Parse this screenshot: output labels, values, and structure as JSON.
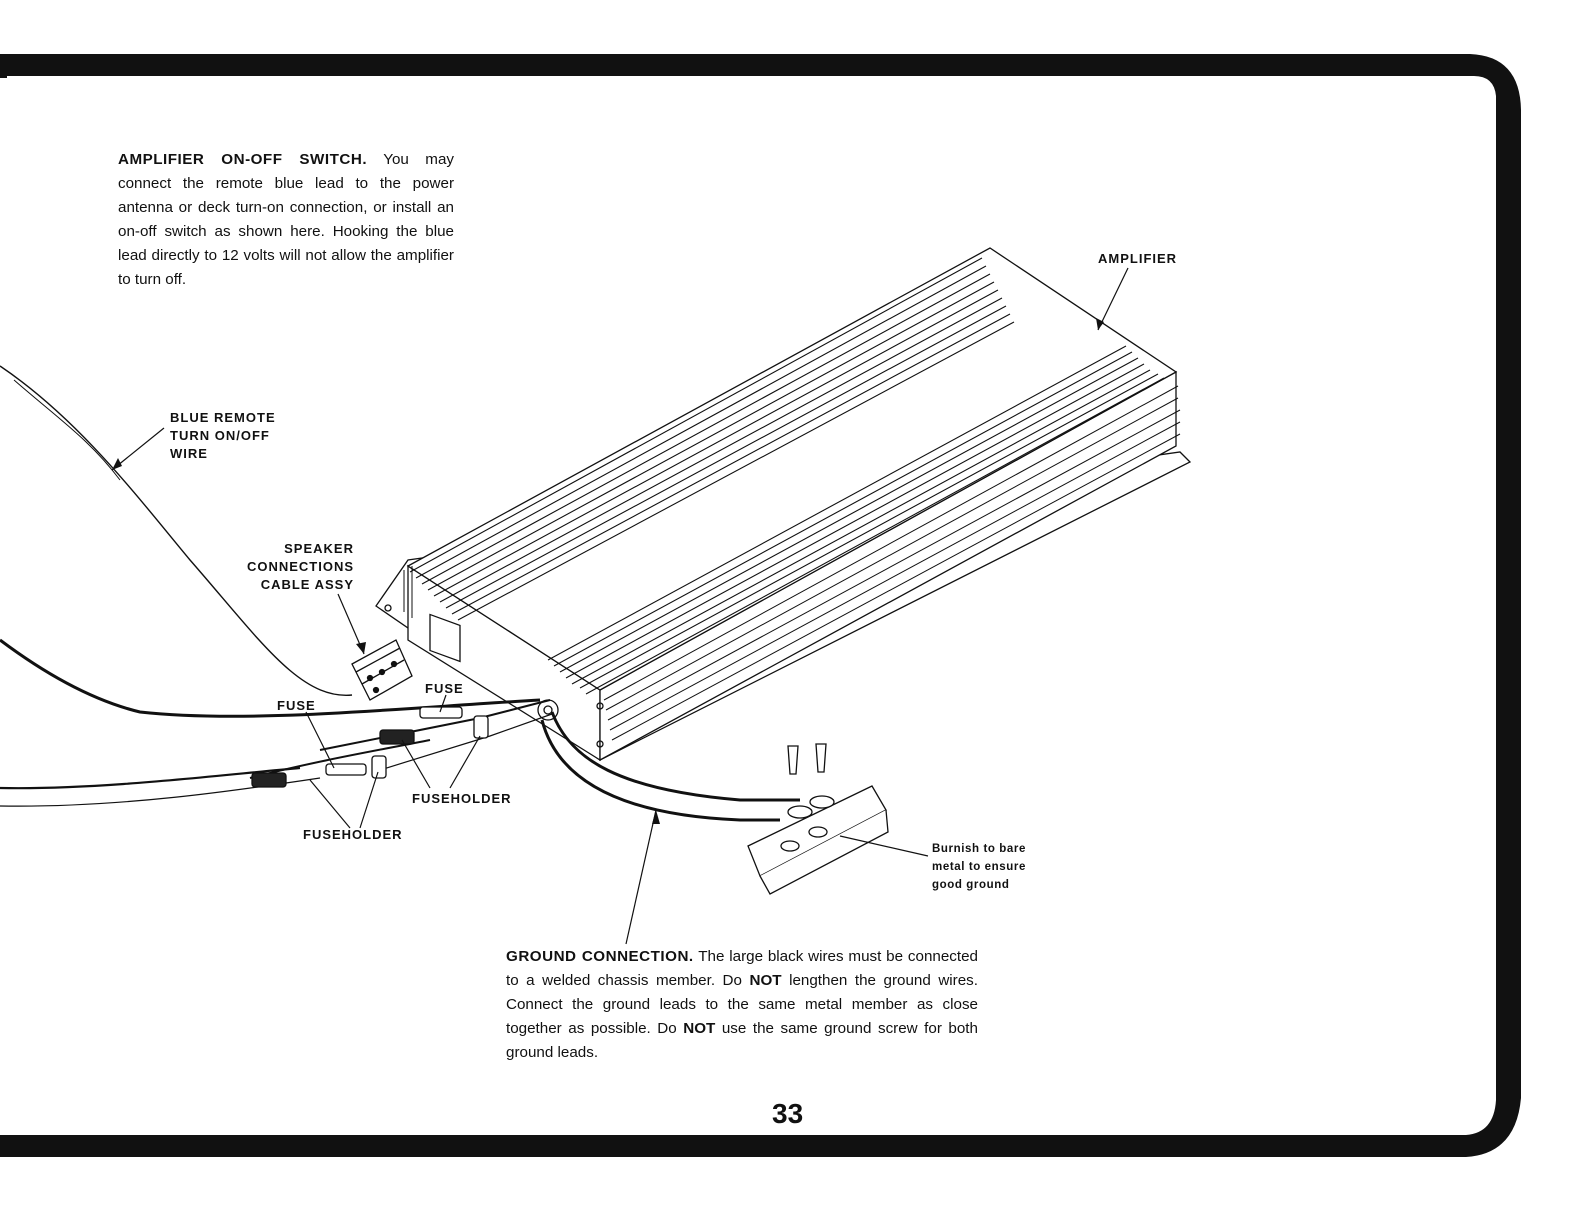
{
  "top_note": {
    "heading": "AMPLIFIER ON-OFF SWITCH.",
    "text": "You may connect the remote blue lead to the power antenna or deck turn-on connection, or install an on-off switch as shown here. Hooking the blue lead directly to 12 volts will not allow the amplifier to turn off."
  },
  "labels": {
    "amplifier": "AMPLIFIER",
    "blue_remote": "BLUE REMOTE TURN ON/OFF WIRE",
    "speaker_connections": "SPEAKER CONNECTIONS CABLE ASSY",
    "fuse_left": "FUSE",
    "fuse_right": "FUSE",
    "fuseholder_right": "FUSEHOLDER",
    "fuseholder_left": "FUSEHOLDER",
    "burnish": "Burnish to bare metal to ensure good ground"
  },
  "ground_note": {
    "heading": "GROUND CONNECTION.",
    "part1": "The large black wires must be connected to a welded chassis member. Do",
    "not1": "NOT",
    "part2": "lengthen the ground wires. Connect the ground leads to the same metal member as close together as possible. Do",
    "not2": "NOT",
    "part3": "use the same ground screw for both ground leads."
  },
  "page_number": "33"
}
